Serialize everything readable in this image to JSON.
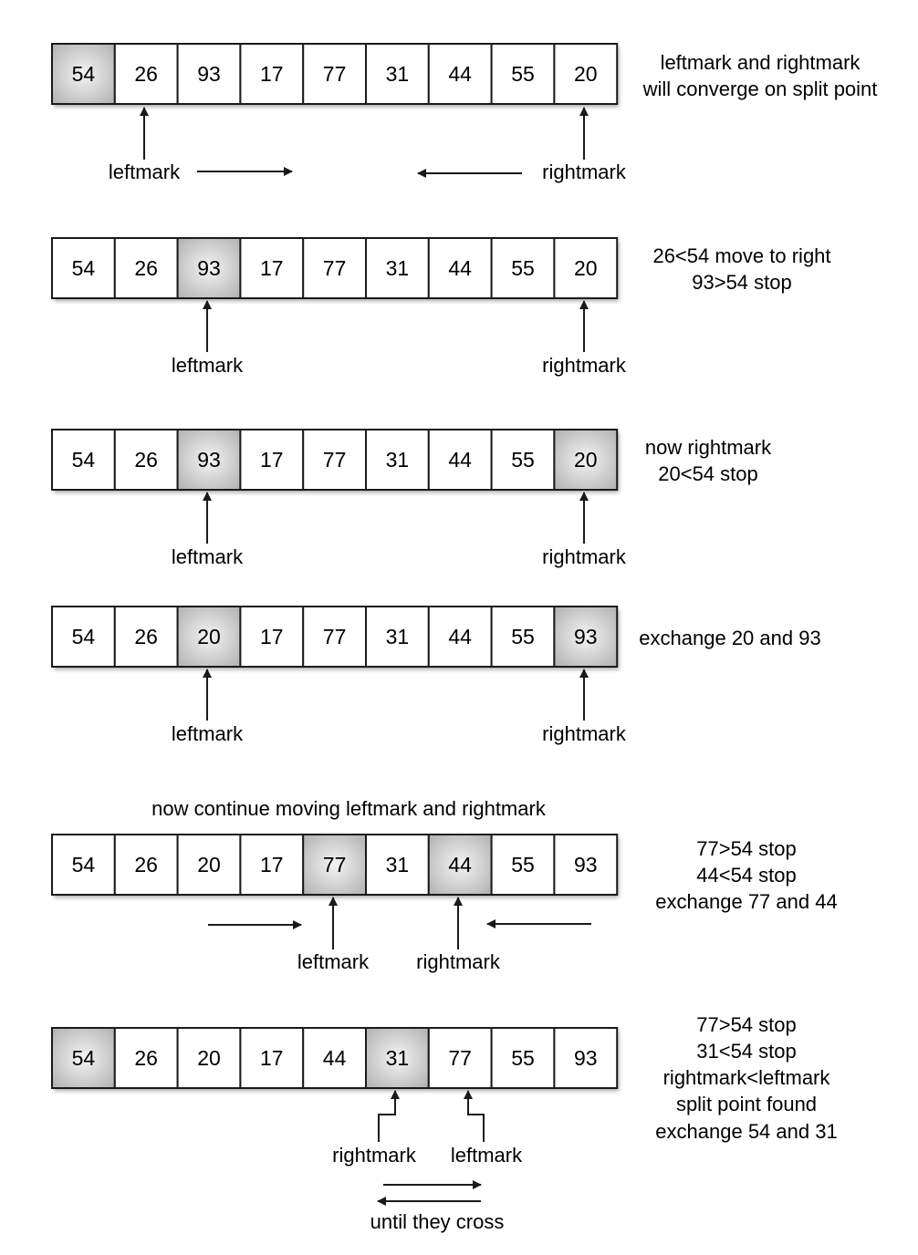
{
  "cell_colors": {
    "plain": "#ffffff",
    "highlight_center": "#f4f4f4",
    "highlight_edge": "#b5b5b5",
    "border": "#1a1a1a"
  },
  "title_above_step5": "now continue moving leftmark and rightmark",
  "steps": [
    {
      "values": [
        "54",
        "26",
        "93",
        "17",
        "77",
        "31",
        "44",
        "55",
        "20"
      ],
      "highlighted": [
        0
      ],
      "note_lines": [
        "leftmark and rightmark",
        "will converge on split point"
      ],
      "marker_labels": [
        "leftmark",
        "rightmark"
      ]
    },
    {
      "values": [
        "54",
        "26",
        "93",
        "17",
        "77",
        "31",
        "44",
        "55",
        "20"
      ],
      "highlighted": [
        2
      ],
      "note_lines": [
        "26<54 move to right",
        "93>54 stop"
      ],
      "marker_labels": [
        "leftmark",
        "rightmark"
      ]
    },
    {
      "values": [
        "54",
        "26",
        "93",
        "17",
        "77",
        "31",
        "44",
        "55",
        "20"
      ],
      "highlighted": [
        2,
        8
      ],
      "note_lines": [
        "now rightmark",
        "20<54 stop"
      ],
      "marker_labels": [
        "leftmark",
        "rightmark"
      ]
    },
    {
      "values": [
        "54",
        "26",
        "20",
        "17",
        "77",
        "31",
        "44",
        "55",
        "93"
      ],
      "highlighted": [
        2,
        8
      ],
      "note_lines": [
        "exchange 20 and 93"
      ],
      "marker_labels": [
        "leftmark",
        "rightmark"
      ]
    },
    {
      "values": [
        "54",
        "26",
        "20",
        "17",
        "77",
        "31",
        "44",
        "55",
        "93"
      ],
      "highlighted": [
        4,
        6
      ],
      "note_lines": [
        "77>54 stop",
        "44<54 stop",
        "exchange 77 and 44"
      ],
      "marker_labels": [
        "leftmark",
        "rightmark"
      ]
    },
    {
      "values": [
        "54",
        "26",
        "20",
        "17",
        "44",
        "31",
        "77",
        "55",
        "93"
      ],
      "highlighted": [
        0,
        5
      ],
      "note_lines": [
        "77>54 stop",
        "31<54 stop",
        "rightmark<leftmark",
        "split point found",
        "exchange 54 and 31"
      ],
      "marker_labels": [
        "rightmark",
        "leftmark"
      ],
      "caption": "until they cross"
    }
  ]
}
